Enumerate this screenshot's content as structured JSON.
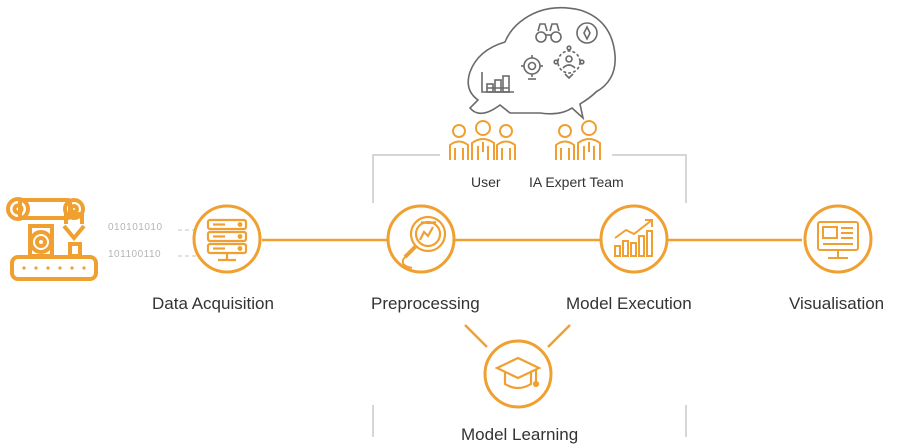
{
  "colors": {
    "accent": "#f0a030",
    "line": "#f0a030",
    "gray": "#8a8a8a",
    "light_gray": "#c8c8c8",
    "text": "#333333"
  },
  "bits": {
    "top": "010101010",
    "bottom": "101100110"
  },
  "stages": [
    {
      "id": "data-acquisition",
      "label": "Data Acquisition",
      "icon": "server-icon"
    },
    {
      "id": "preprocessing",
      "label": "Preprocessing",
      "icon": "magnifier-analysis-icon"
    },
    {
      "id": "model-execution",
      "label": "Model Execution",
      "icon": "growth-chart-icon"
    },
    {
      "id": "visualisation",
      "label": "Visualisation",
      "icon": "monitor-dashboard-icon"
    }
  ],
  "learning": {
    "label": "Model Learning",
    "icon": "graduation-cap-icon"
  },
  "actors": {
    "user_label": "User",
    "expert_label": "IA Expert Team"
  },
  "source": {
    "icon": "robot-arm-icon"
  },
  "bubble": {
    "icons": [
      "binoculars-icon",
      "compass-icon",
      "gear-bulb-icon",
      "team-target-icon",
      "bar-chart-icon"
    ]
  }
}
